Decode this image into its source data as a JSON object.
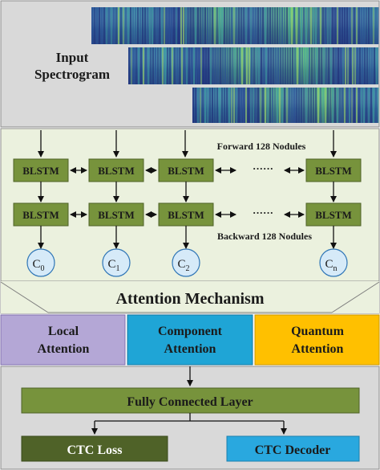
{
  "input": {
    "label_line1": "Input",
    "label_line2": "Spectrogram"
  },
  "blstm": {
    "cell_label": "BLSTM",
    "forward_label": "Forward 128 Nodules",
    "backward_label": "Backward 128 Nodules",
    "ellipsis": "······",
    "outputs": [
      {
        "base": "C",
        "sub": "0"
      },
      {
        "base": "C",
        "sub": "1"
      },
      {
        "base": "C",
        "sub": "2"
      },
      {
        "base": "C",
        "sub": "n"
      }
    ]
  },
  "attention": {
    "title": "Attention Mechanism",
    "local_line1": "Local",
    "local_line2": "Attention",
    "component_line1": "Component",
    "component_line2": "Attention",
    "quantum_line1": "Quantum",
    "quantum_line2": "Attention"
  },
  "output": {
    "fc_label": "Fully Connected Layer",
    "ctc_loss": "CTC Loss",
    "ctc_decoder": "CTC Decoder"
  },
  "colors": {
    "panel_gray": "#d9d9d9",
    "panel_green": "#ebf1de",
    "blstm_fill": "#77933c",
    "circle_fill": "#d6eaf8",
    "local_fill": "#b4a7d6",
    "component_fill": "#1fa5d6",
    "quantum_fill": "#ffc000",
    "fc_fill": "#77933c",
    "ctc_loss_fill": "#4f6228",
    "ctc_decoder_fill": "#29a8df"
  }
}
